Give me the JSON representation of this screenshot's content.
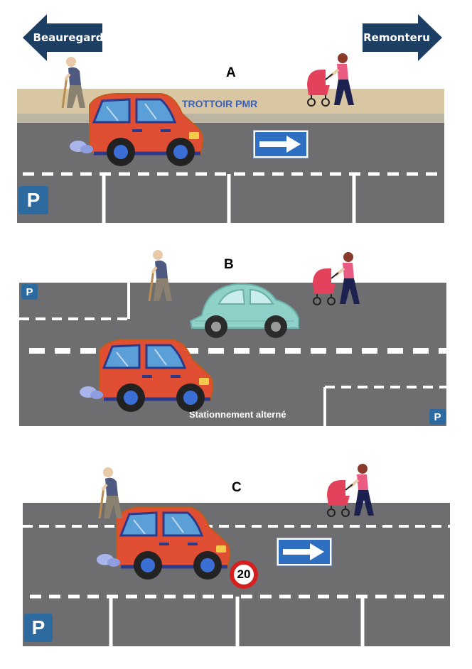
{
  "directions": {
    "left": "Beauregard",
    "right": "Remonteru"
  },
  "panels": [
    {
      "label": "A",
      "sidewalk_label": "TROTTOIR PMR",
      "parking_sign": "P",
      "one_way_sign": "arrow-right-icon"
    },
    {
      "label": "B",
      "parking_signs": [
        "P",
        "P"
      ],
      "caption": "Stationnement alterné"
    },
    {
      "label": "C",
      "parking_sign": "P",
      "one_way_sign": "arrow-right-icon",
      "speed_limit": "20"
    }
  ],
  "colors": {
    "road": "#6e6e70",
    "sidewalk": "#d9c7a3",
    "direction_sign": "#1c3f63",
    "parking_sign": "#2d6aa0",
    "one_way_sign": "#2f6fc2",
    "car_red": "#e04e33",
    "car_teal": "#8fd0c8",
    "speed_ring": "#d62020"
  }
}
